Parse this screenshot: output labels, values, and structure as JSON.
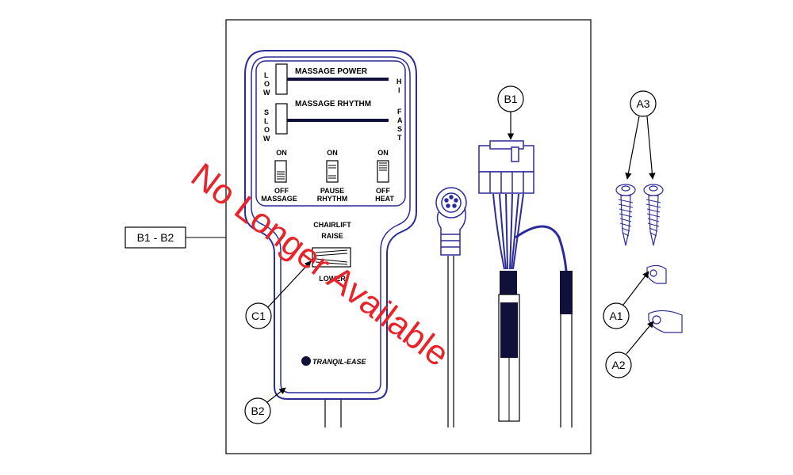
{
  "remote": {
    "massage_power": "MASSAGE POWER",
    "power_low": [
      "L",
      "O",
      "W"
    ],
    "power_hi": [
      "H",
      "I"
    ],
    "massage_rhythm": "MASSAGE RHYTHM",
    "rhythm_slow": [
      "S",
      "L",
      "O",
      "W"
    ],
    "rhythm_fast": [
      "F",
      "A",
      "S",
      "T"
    ],
    "switches": [
      {
        "top": "ON",
        "bottom": [
          "OFF",
          "MASSAGE"
        ]
      },
      {
        "top": "ON",
        "bottom": [
          "PAUSE",
          "RHYTHM"
        ]
      },
      {
        "top": "ON",
        "bottom": [
          "OFF",
          "HEAT"
        ]
      }
    ],
    "chairlift": "CHAIRLIFT",
    "raise": "RAISE",
    "lower": "LOWER",
    "brand": "TRANQIL-EASE"
  },
  "watermark": "No Longer Available",
  "callouts": {
    "b1_b2": "B1 - B2",
    "b1": "B1",
    "b2": "B2",
    "c1": "C1",
    "a1": "A1",
    "a2": "A2",
    "a3": "A3"
  },
  "colors": {
    "line": "#2b2b9a",
    "watermark": "#e8232a",
    "ink": "#000000"
  }
}
